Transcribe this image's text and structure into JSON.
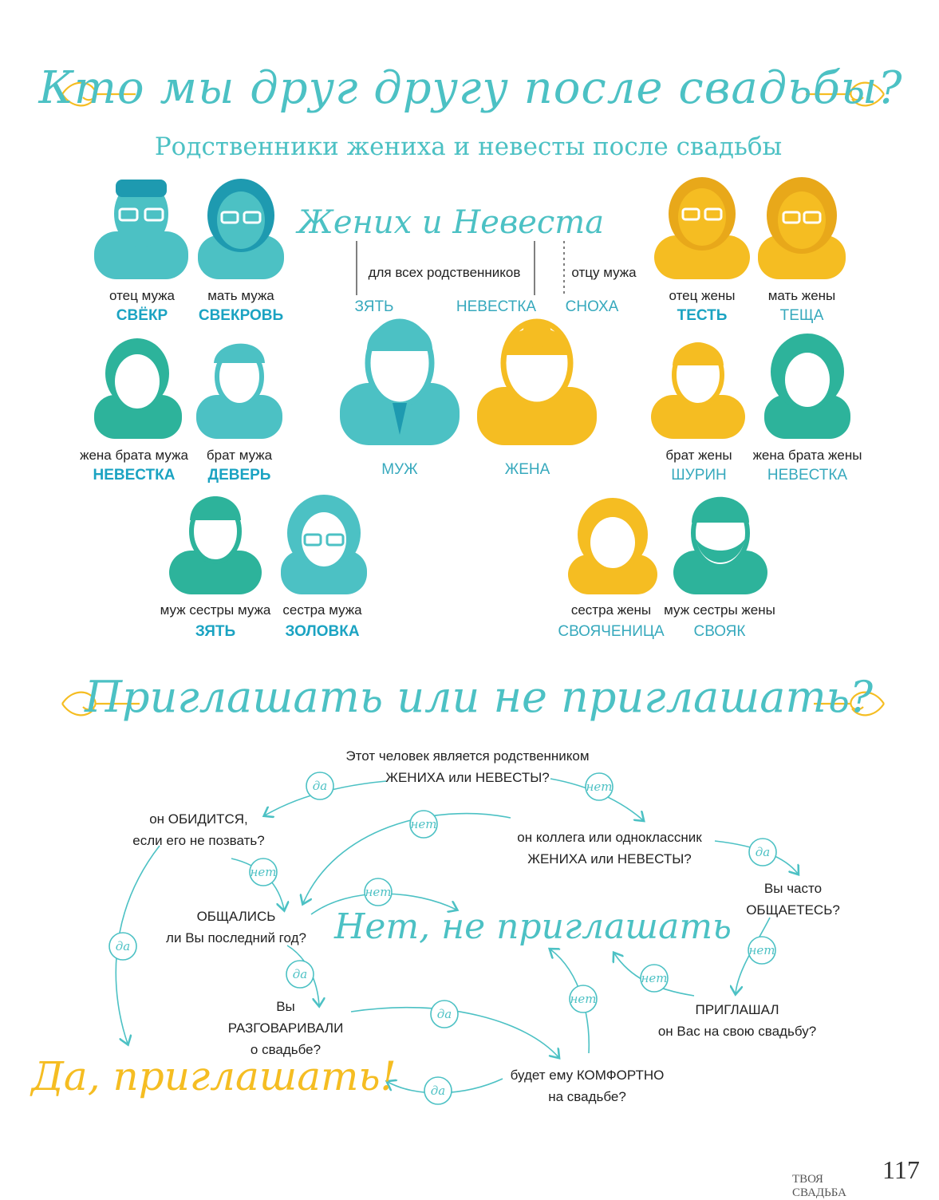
{
  "header": {
    "title": "Кто мы друг другу после свадьбы?",
    "subtitle": "Родственники жениха и невесты после свадьбы"
  },
  "couple": {
    "title": "Жених и Невеста",
    "note_all": "для всех родственников",
    "note_husband_father": "отцу мужа",
    "term_zyat": "ЗЯТЬ",
    "term_nevestka": "НЕВЕСТКА",
    "term_snokha": "СНОХА",
    "husband": "МУЖ",
    "wife": "ЖЕНА"
  },
  "relatives": [
    {
      "label": "отец мужа",
      "term": "СВЁКР"
    },
    {
      "label": "мать мужа",
      "term": "СВЕКРОВЬ"
    },
    {
      "label": "отец жены",
      "term": "ТЕСТЬ"
    },
    {
      "label": "мать жены",
      "term": "ТЕЩА"
    },
    {
      "label": "жена брата мужа",
      "term": "НЕВЕСТКА"
    },
    {
      "label": "брат мужа",
      "term": "ДЕВЕРЬ"
    },
    {
      "label": "брат жены",
      "term": "ШУРИН"
    },
    {
      "label": "жена брата жены",
      "term": "НЕВЕСТКА"
    },
    {
      "label": "муж сестры мужа",
      "term": "ЗЯТЬ"
    },
    {
      "label": "сестра мужа",
      "term": "ЗОЛОВКА"
    },
    {
      "label": "сестра жены",
      "term": "СВОЯЧЕНИЦА"
    },
    {
      "label": "муж сестры жены",
      "term": "СВОЯК"
    }
  ],
  "flow": {
    "title": "Приглашать или не приглашать?",
    "q_relative_1": "Этот человек является родственником",
    "q_relative_2": "ЖЕНИХА или НЕВЕСТЫ?",
    "q_offend_1": "он ОБИДИТСЯ,",
    "q_offend_2": "если его не позвать?",
    "q_colleague_1": "он коллега или одноклассник",
    "q_colleague_2": "ЖЕНИХА или НЕВЕСТЫ?",
    "q_often_1": "Вы часто",
    "q_often_2": "ОБЩАЕТЕСЬ?",
    "q_talked_1": "ОБЩАЛИСЬ",
    "q_talked_2": "ли Вы последний год?",
    "q_wedding_1": "Вы",
    "q_wedding_2": "РАЗГОВАРИВАЛИ",
    "q_wedding_3": "о свадьбе?",
    "q_invited_1": "ПРИГЛАШАЛ",
    "q_invited_2": "он Вас на свою свадьбу?",
    "q_comfort_1": "будет ему КОМФОРТНО",
    "q_comfort_2": "на свадьбе?",
    "yes": "да",
    "no": "нет",
    "result_no": "Нет, не приглашать",
    "result_yes": "Да, приглашать!"
  },
  "footer": {
    "magazine": "ТВОЯ СВАДЬБА",
    "page": "117"
  },
  "colors": {
    "teal": "#4cc1c4",
    "blue": "#1ba3c2",
    "green": "#2db39b",
    "yellow": "#f5bd22"
  }
}
